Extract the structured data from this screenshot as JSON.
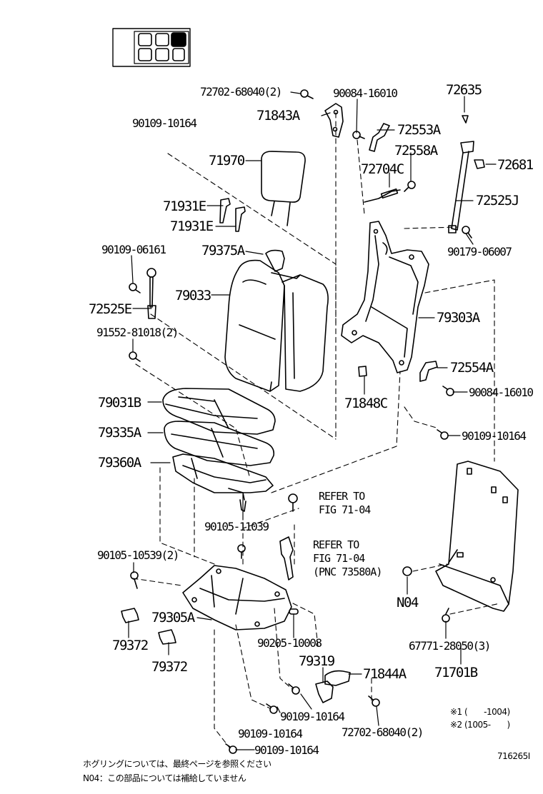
{
  "parts": {
    "p72702_top": "72702-68040(2)",
    "p90084_top": "90084-16010",
    "p72635": "72635",
    "p90109_a": "90109-10164",
    "p71843a": "71843A",
    "p72553a": "72553A",
    "p72558a": "72558A",
    "p72681": "72681",
    "p71970": "71970",
    "p72704c": "72704C",
    "p71931e_a": "71931E",
    "p71931e_b": "71931E",
    "p72525j": "72525J",
    "p90109_06161": "90109-06161",
    "p79375a": "79375A",
    "p90179": "90179-06007",
    "p79033": "79033",
    "p72525e": "72525E",
    "p79303a": "79303A",
    "p91552": "91552-81018(2)",
    "p72554a": "72554A",
    "p90084_mid": "90084-16010",
    "p79031b": "79031B",
    "p71848c": "71848C",
    "p79335a": "79335A",
    "p90109_mid": "90109-10164",
    "p79360a": "79360A",
    "p90105_11039": "90105-11039",
    "p90105_10539": "90105-10539(2)",
    "p79305a": "79305A",
    "p90205": "90205-10008",
    "p79372_a": "79372",
    "p79372_b": "79372",
    "p79319": "79319",
    "p71844a": "71844A",
    "p90109_b1": "90109-10164",
    "p90109_b2": "90109-10164",
    "p72702_bottom": "72702-68040(2)",
    "p90109_b3": "90109-10164",
    "pN04": "N04",
    "p67771": "67771-28050(3)",
    "p71701b": "71701B"
  },
  "refers": {
    "ref1_line1": "REFER TO",
    "ref1_line2": "FIG 71-04",
    "ref2_line1": "REFER TO",
    "ref2_line2": "FIG 71-04",
    "ref2_line3": "(PNC 73580A)"
  },
  "notes": {
    "note1": "※1 (　　-1004)",
    "note2": "※2 (1005-　　)",
    "footnote1": "ホグリングについては、最終ページを参照ください",
    "footnote2": "N04：この部品については補給していません",
    "figure_id": "716265I"
  }
}
